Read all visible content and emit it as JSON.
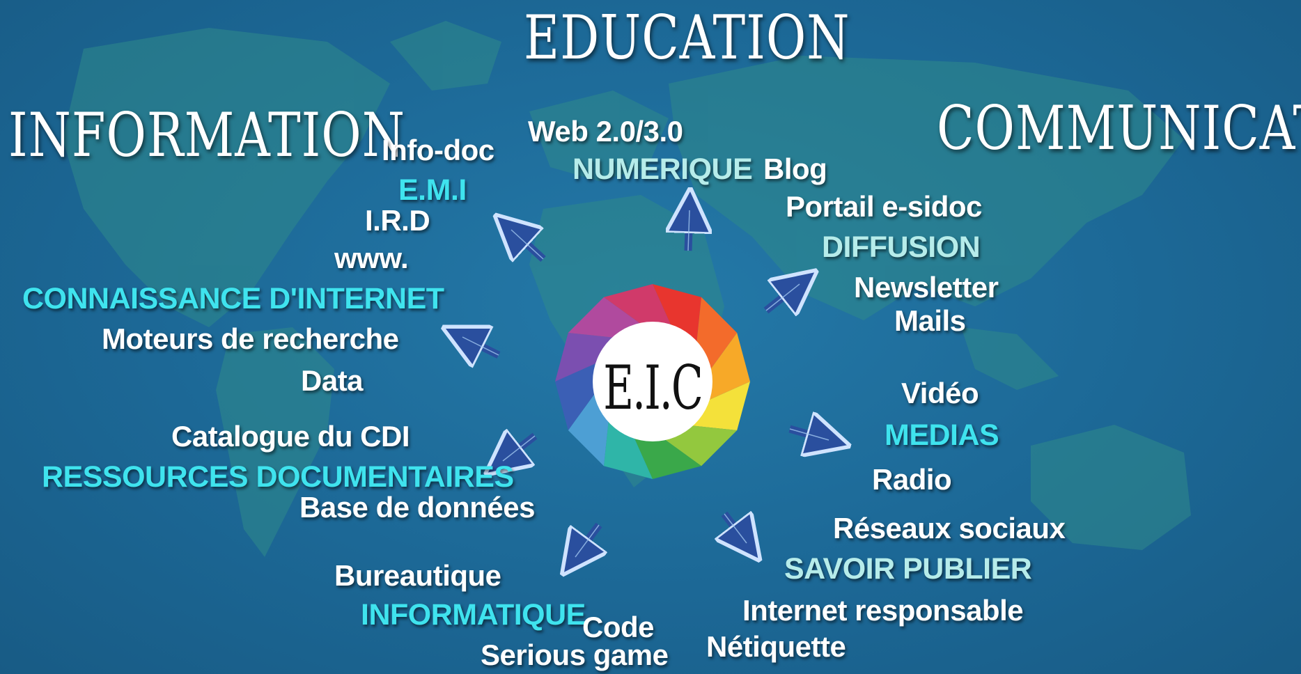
{
  "headings": {
    "information": "Information",
    "education": "Education",
    "communication": "Communication"
  },
  "hub": {
    "label": "E.I.C"
  },
  "topics": {
    "connaissance_internet": {
      "title": "CONNAISSANCE D'INTERNET",
      "items": [
        "Info-doc",
        "E.M.I",
        "I.R.D",
        "www.",
        "Moteurs de recherche",
        "Data"
      ]
    },
    "ressources": {
      "title": "RESSOURCES DOCUMENTAIRES",
      "items": [
        "Catalogue du CDI",
        "Base  de données"
      ]
    },
    "informatique": {
      "title": "INFORMATIQUE",
      "items": [
        "Bureautique",
        "Code",
        "Serious game"
      ]
    },
    "numerique": {
      "title": "NUMERIQUE",
      "items": [
        "Web 2.0/3.0",
        "Blog"
      ]
    },
    "diffusion": {
      "title": "DIFFUSION",
      "items": [
        "Portail e-sidoc",
        "Newsletter",
        "Mails"
      ]
    },
    "medias": {
      "title": "MEDIAS",
      "items": [
        "Vidéo",
        "Radio"
      ]
    },
    "savoir_publier": {
      "title": "SAVOIR PUBLIER",
      "items": [
        "Réseaux sociaux",
        "Internet responsable",
        "Nétiquette"
      ]
    }
  },
  "colors": {
    "background": "#1c6896",
    "continents": "#2f8a8a",
    "topic_title": "#3fe3ee",
    "topic_title_light": "#b6ecea",
    "item_text": "#ffffff",
    "arrow": "#2a4f9e",
    "hub_segments": [
      "#e8352e",
      "#f36b2b",
      "#f7a928",
      "#f4e13a",
      "#93c83e",
      "#3aa84a",
      "#2fb5a8",
      "#4d9fd4",
      "#3b5fb5",
      "#7b4fb0",
      "#b04a9e",
      "#d03a6a"
    ]
  }
}
